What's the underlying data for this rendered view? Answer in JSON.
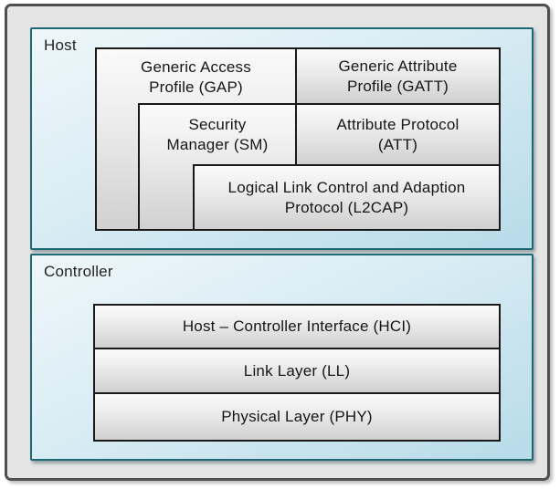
{
  "host": {
    "label": "Host",
    "boxes": {
      "gap": {
        "line1": "Generic Access",
        "line2": "Profile (GAP)"
      },
      "gatt": {
        "line1": "Generic Attribute",
        "line2": "Profile (GATT)"
      },
      "sm": {
        "line1": "Security",
        "line2": "Manager (SM)"
      },
      "att": {
        "line1": "Attribute Protocol",
        "line2": "(ATT)"
      },
      "l2cap": {
        "line1": "Logical Link Control and Adaption",
        "line2": "Protocol (L2CAP)"
      }
    }
  },
  "controller": {
    "label": "Controller",
    "boxes": {
      "hci": {
        "label": "Host – Controller Interface (HCI)"
      },
      "ll": {
        "label": "Link Layer (LL)"
      },
      "phy": {
        "label": "Physical Layer (PHY)"
      }
    }
  },
  "colors": {
    "frame_border": "#4f4f4f",
    "frame_fill": "#e4e4e4",
    "panel_border": "#1e6874",
    "panel_fill_top": "#eef7fa",
    "panel_fill_bottom": "#b7dbe9",
    "box_border": "#191919",
    "box_fill_top": "#fafafa",
    "box_fill_bottom": "#d0d0d0",
    "text": "#161616"
  }
}
